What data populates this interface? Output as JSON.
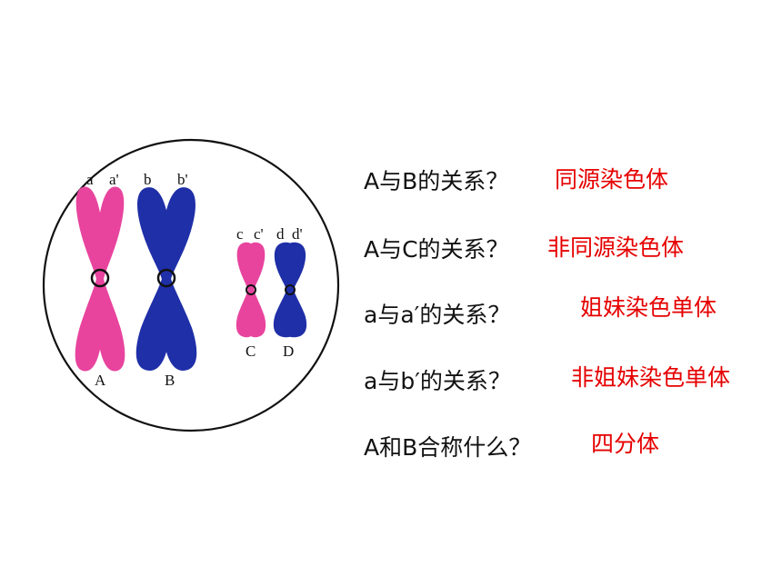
{
  "diagram": {
    "chromatid_labels": [
      "a",
      "a'",
      "b",
      "b'",
      "c",
      "c'",
      "d",
      "d'"
    ],
    "chromosome_labels": [
      "A",
      "B",
      "C",
      "D"
    ],
    "colors": {
      "pink": "#e8449e",
      "blue": "#1f2fa8",
      "outline": "#111111"
    }
  },
  "qa": [
    {
      "question": "A与B的关系？",
      "answer": "同源染色体"
    },
    {
      "question": "A与C的关系？",
      "answer": "非同源染色体"
    },
    {
      "question": "a与a′的关系？",
      "answer": "姐妹染色单体"
    },
    {
      "question": "a与b′的关系？",
      "answer": "非姐妹染色单体"
    },
    {
      "question": "A和B合称什么？",
      "answer": "四分体"
    }
  ],
  "colors": {
    "question": "#111111",
    "answer": "#e60000"
  }
}
